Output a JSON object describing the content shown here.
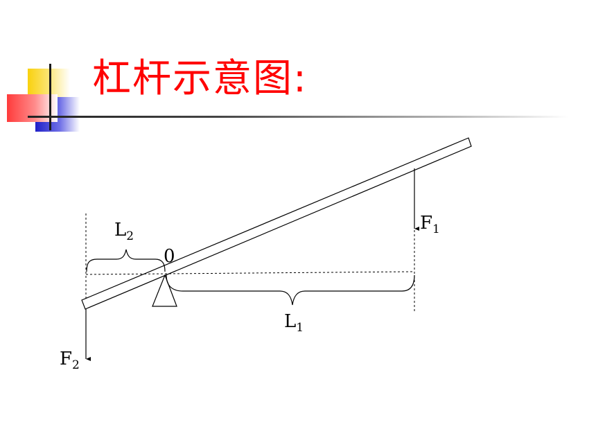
{
  "title": "杠杆示意图:",
  "labels": {
    "l2": "L",
    "l2_sub": "2",
    "l1": "L",
    "l1_sub": "1",
    "f1": "F",
    "f1_sub": "1",
    "f2": "F",
    "f2_sub": "2",
    "pivot": "0"
  },
  "colors": {
    "title": "#ff0000",
    "accent_yellow": "#f9d10e",
    "accent_red": "#ff3b3b",
    "accent_blue": "#2020c8"
  }
}
